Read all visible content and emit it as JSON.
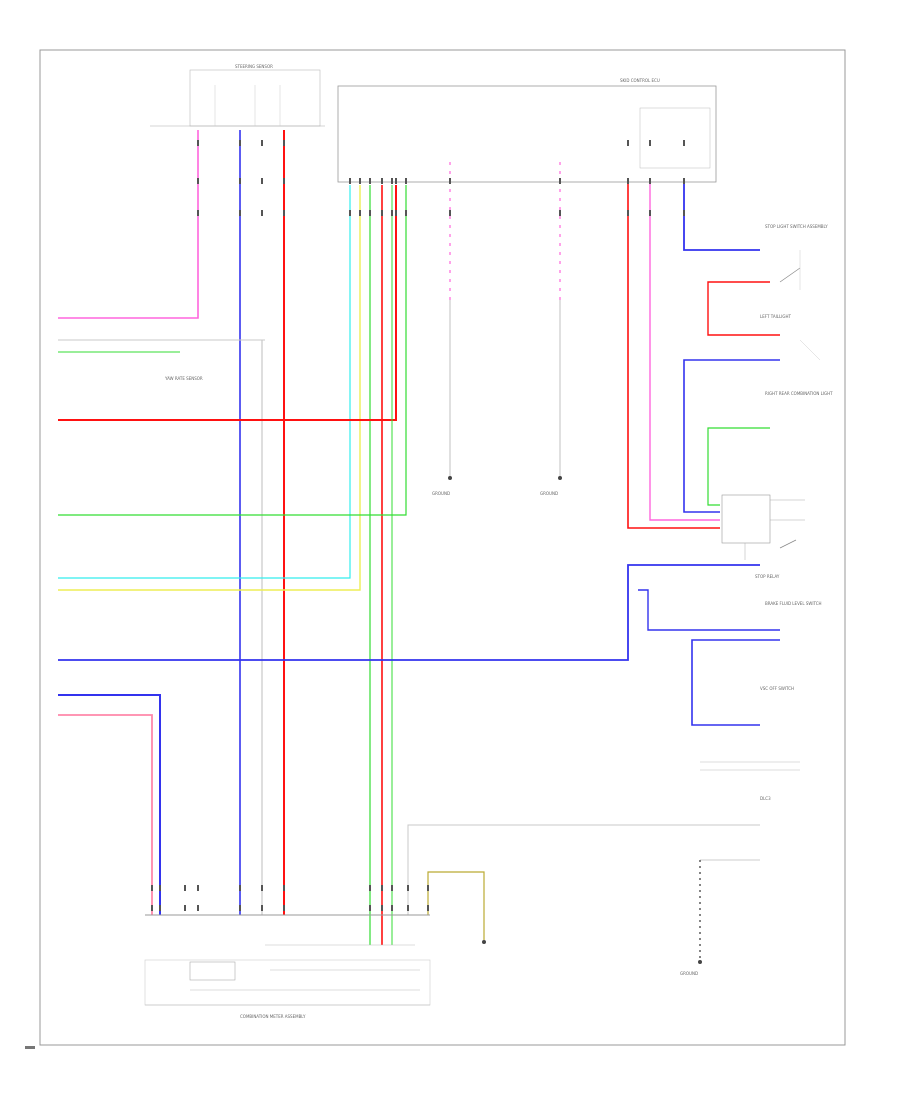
{
  "colors": {
    "pink": "#ff66dd",
    "blue": "#3333ee",
    "red": "#ff1111",
    "green": "#33dd33",
    "cyan": "#33eeee",
    "yellow": "#eeee55",
    "olive": "#bbaa33",
    "gray": "#b0b0b0",
    "lightpink": "#ff88aa",
    "frame": "#999999",
    "black": "#333333"
  },
  "component_labels": {
    "steering_sensor_name": "STEERING SENSOR",
    "ecu_name": "SKID CONTROL ECU",
    "stop_light_switch": "STOP LIGHT SWITCH ASSEMBLY",
    "left_tail_light": "LEFT TAILLIGHT",
    "right_tail": "RIGHT REAR COMBINATION LIGHT",
    "stop_relay": "STOP RELAY",
    "brake_fluid": "BRAKE FLUID LEVEL SWITCH",
    "combination_meter": "COMBINATION METER ASSEMBLY",
    "vsc_off": "VSC OFF SWITCH",
    "dlc3": "DLC3",
    "yaw_rate": "YAW RATE SENSOR",
    "ground_left": "GROUND",
    "ground_center": "GROUND",
    "ground_right": "GROUND"
  }
}
